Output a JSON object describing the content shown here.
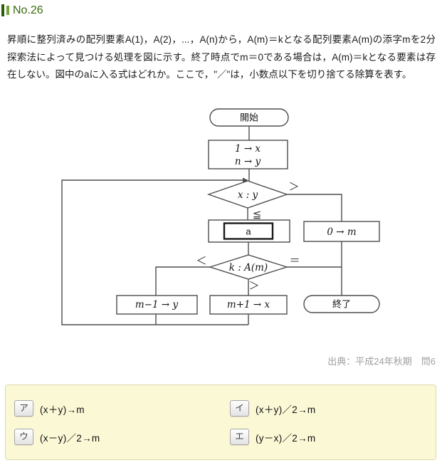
{
  "header": {
    "title": "No.26"
  },
  "question": {
    "text": "昇順に整列済みの配列要素A(1)，A(2)，...，A(n)から，A(m)＝kとなる配列要素A(m)の添字mを2分探索法によって見つける処理を図に示す。終了時点でm＝0である場合は，A(m)＝kとなる要素は存在しない。図中のaに入る式はどれか。ここで，\"／\"は，小数点以下を切り捨てる除算を表す。"
  },
  "flowchart": {
    "start_label": "開始",
    "init_line1": "1 → x",
    "init_line2": "n → y",
    "decision1_label": "x : y",
    "branch_gt1": "＞",
    "branch_le": "≦",
    "blank_label": "a",
    "reset_label": "0 → m",
    "decision2_label": "k : A(m)",
    "branch_lt": "＜",
    "branch_eq": "＝",
    "branch_gt2": "＞",
    "dec_label": "m−1 → y",
    "inc_label": "m+1 → x",
    "end_label": "終了"
  },
  "source": {
    "text": "出典：平成24年秋期　問6"
  },
  "options": [
    {
      "key": "ア",
      "text": "(x＋y)→m"
    },
    {
      "key": "イ",
      "text": "(x＋y)／2→m"
    },
    {
      "key": "ウ",
      "text": "(x－y)／2→m"
    },
    {
      "key": "エ",
      "text": "(y－x)／2→m"
    }
  ],
  "colors": {
    "header_green_dark": "#2d5c0a",
    "header_green_light": "#7aa33c",
    "panel_background": "#fbf8d6",
    "panel_border": "#ded8ab"
  }
}
